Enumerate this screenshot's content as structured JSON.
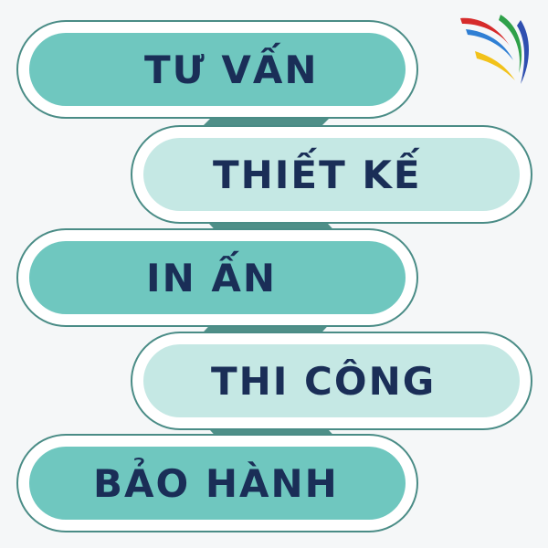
{
  "steps": [
    {
      "label": "TƯ VẤN"
    },
    {
      "label": "THIẾT KẾ"
    },
    {
      "label": "IN ẤN"
    },
    {
      "label": "THI CÔNG"
    },
    {
      "label": "BẢO HÀNH"
    }
  ],
  "colors": {
    "dark_pill": "#6fc7bf",
    "light_pill": "#c5e8e4",
    "border": "#4a8c86",
    "connector": "#4f8f88",
    "text": "#1a2e57"
  },
  "logo": {
    "icon": "swoosh-logo-icon"
  }
}
